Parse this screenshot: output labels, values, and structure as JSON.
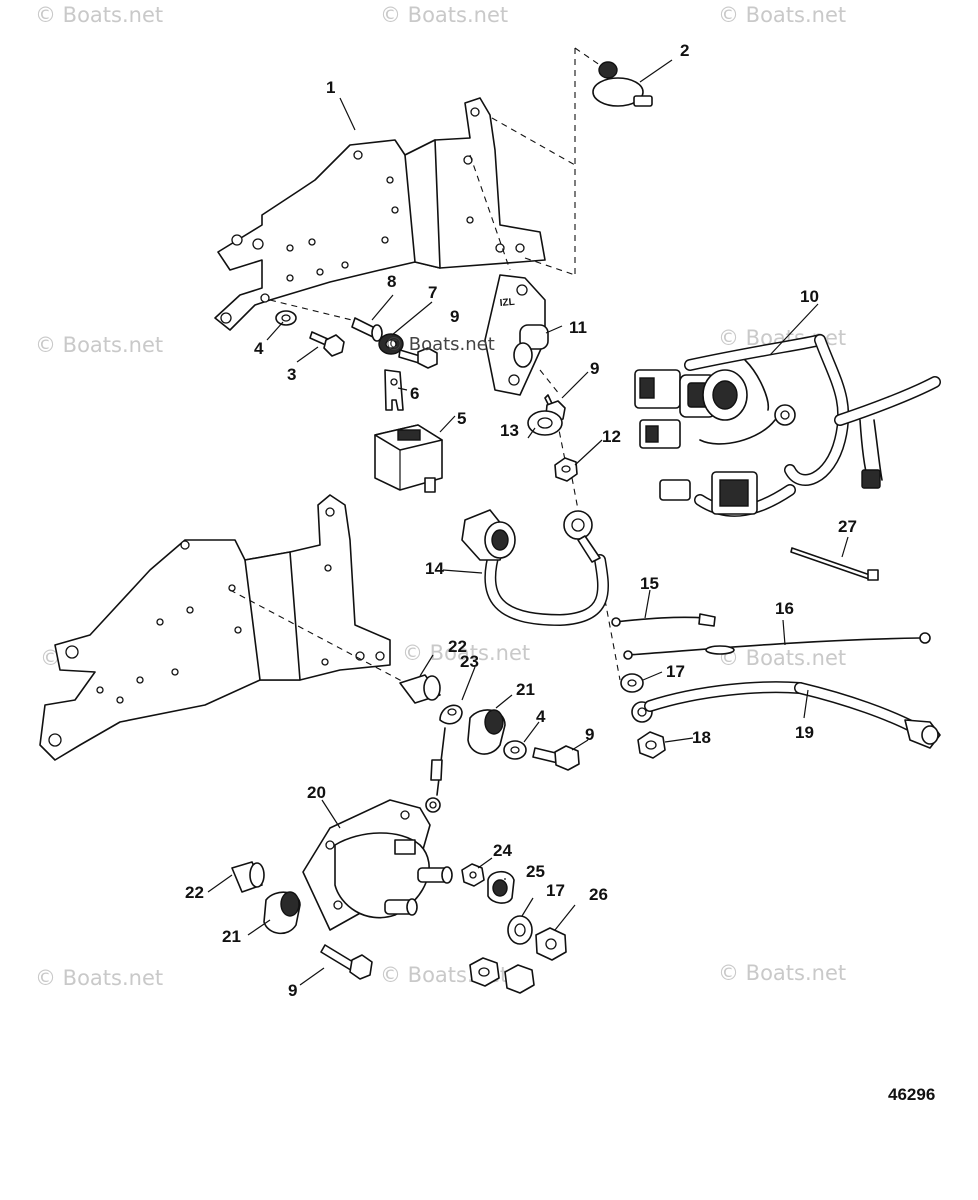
{
  "watermark": "© Boats.net",
  "figure_number": "46296",
  "embedded_label": "IZL",
  "callouts": {
    "c1": "1",
    "c2": "2",
    "c3": "3",
    "c4a": "4",
    "c4b": "4",
    "c5": "5",
    "c6": "6",
    "c7": "7",
    "c8": "8",
    "c9a": "9",
    "c9b": "9",
    "c9c": "9",
    "c9d": "9",
    "c10": "10",
    "c11": "11",
    "c12": "12",
    "c13": "13",
    "c14": "14",
    "c15": "15",
    "c16": "16",
    "c17a": "17",
    "c17b": "17",
    "c18": "18",
    "c19": "19",
    "c20": "20",
    "c21a": "21",
    "c21b": "21",
    "c22a": "22",
    "c22b": "22",
    "c23": "23",
    "c24": "24",
    "c25": "25",
    "c26": "26",
    "c27": "27"
  }
}
